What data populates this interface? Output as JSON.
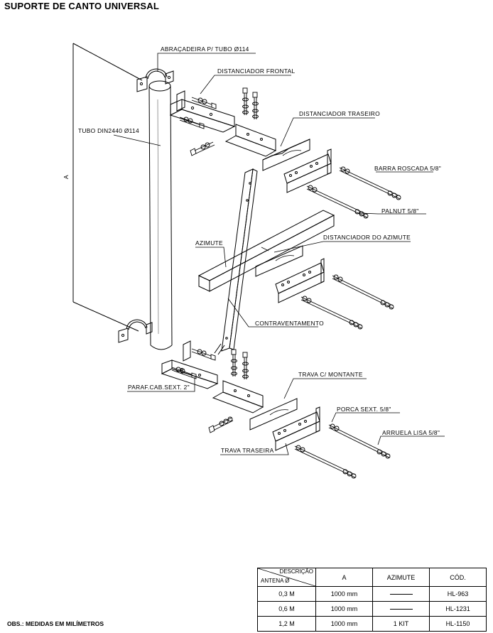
{
  "title": "SUPORTE DE CANTO UNIVERSAL",
  "labels": {
    "abracadeira": "ABRAÇADEIRA P/ TUBO Ø114",
    "distanciador_frontal": "DISTANCIADOR FRONTAL",
    "distanciador_traseiro": "DISTANCIADOR TRASEIRO",
    "tubo": "TUBO DIN2440 Ø114",
    "dim_a": "A",
    "barra_roscada": "BARRA ROSCADA 5/8\"",
    "palnut": "PALNUT 5/8\"",
    "azimute": "AZIMUTE",
    "distanciador_azimute": "DISTANCIADOR DO AZIMUTE",
    "contraventamento": "CONTRAVENTAMENTO",
    "trava_montante": "TRAVA C/ MONTANTE",
    "parafuso": "PARAF.CAB.SEXT. 2\"",
    "porca": "PORCA SEXT. 5/8\"",
    "arruela": "ARRUELA LISA 5/8\"",
    "trava_traseira": "TRAVA TRASEIRA"
  },
  "obs": "OBS.: MEDIDAS EM MILÍMETROS",
  "table": {
    "header": {
      "descricao": "DESCRIÇÃO",
      "antena": "ANTENA Ø",
      "a": "A",
      "azimute": "AZIMUTE",
      "cod": "CÓD."
    },
    "rows": [
      {
        "antena": "0,3 M",
        "a": "1000 mm",
        "azimute": "",
        "cod": "HL-963"
      },
      {
        "antena": "0,6 M",
        "a": "1000 mm",
        "azimute": "",
        "cod": "HL-1231"
      },
      {
        "antena": "1,2 M",
        "a": "1000 mm",
        "azimute": "1 KIT",
        "cod": "HL-1150"
      }
    ]
  }
}
